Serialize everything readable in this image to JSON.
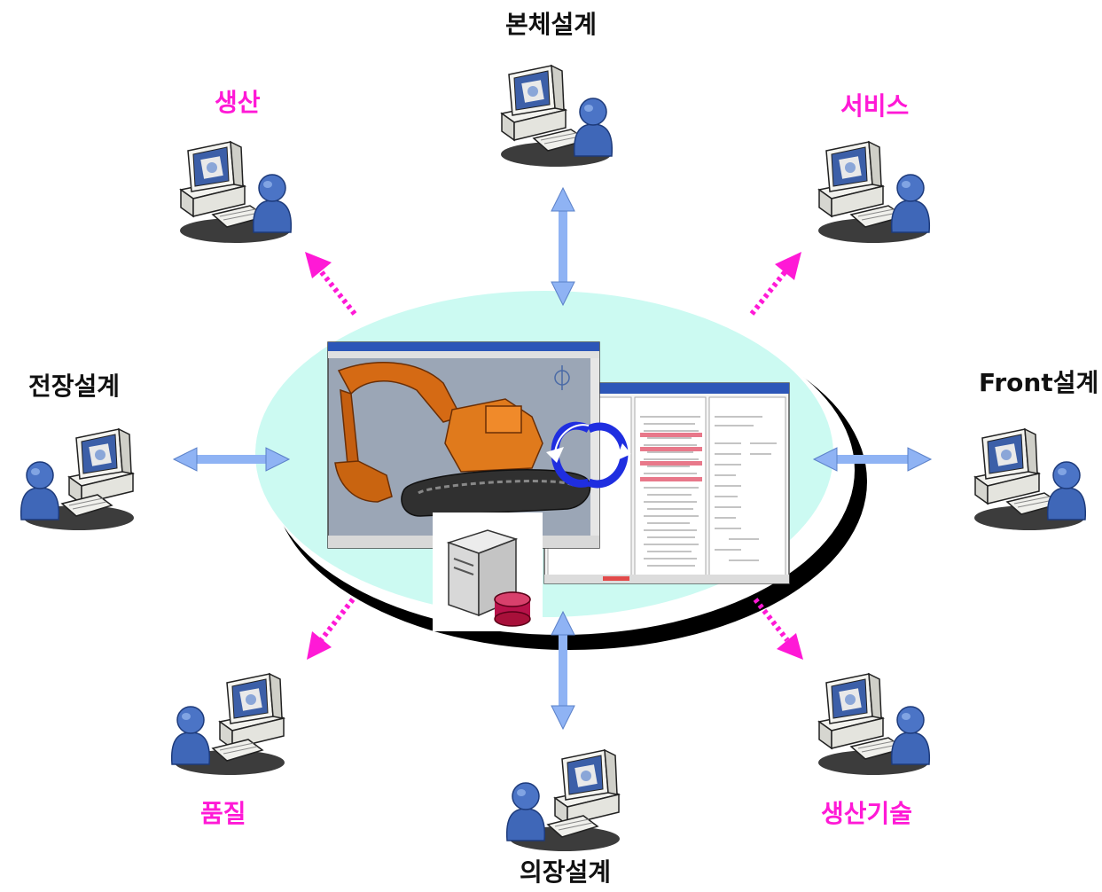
{
  "colors": {
    "core_ellipse": "#ccfaf2",
    "ellipse_shadow": "#000000",
    "arrow_design": "#8fb3f4",
    "arrow_dotted": "#ff19d6",
    "label_design": "#111111",
    "label_other": "#ff19d6",
    "sync_icon": "#1f2ee0"
  },
  "hub": {
    "cad_window": "excavator-cad-screenshot",
    "bom_window": "product-structure-list-screenshot",
    "sync_icon": "sync-arrows-icon",
    "server_icon": "database-server-icon"
  },
  "nodes": {
    "top": {
      "label": "본체설계",
      "relation": "two-way"
    },
    "left": {
      "label": "전장설계",
      "relation": "two-way"
    },
    "right": {
      "label": "Front설계",
      "relation": "two-way"
    },
    "bottom": {
      "label": "의장설계",
      "relation": "two-way"
    },
    "top_left": {
      "label": "생산",
      "relation": "one-way-out"
    },
    "top_right": {
      "label": "서비스",
      "relation": "one-way-out"
    },
    "bottom_left": {
      "label": "품질",
      "relation": "one-way-out"
    },
    "bottom_right": {
      "label": "생산기술",
      "relation": "one-way-out"
    }
  },
  "icons": {
    "workstation": "computer-user-icon"
  }
}
